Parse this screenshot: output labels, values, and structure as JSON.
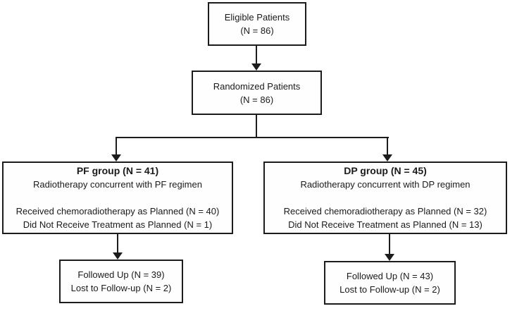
{
  "diagram": {
    "title_semantic": "Patient enrollment and treatment flow diagram",
    "colors": {
      "border": "#1c1c1c",
      "background": "#ffffff",
      "text": "#1a1a1a"
    },
    "boxes": {
      "eligible": {
        "line1": "Eligible Patients",
        "line2": "(N = 86)"
      },
      "randomized": {
        "line1": "Randomized Patients",
        "line2": "(N = 86)"
      },
      "pf_group": {
        "title": "PF group (N = 41)",
        "subtitle": "Radiotherapy concurrent with PF regimen",
        "line3": "Received chemoradiotherapy as Planned (N = 40)",
        "line4": "Did Not Receive Treatment as Planned (N = 1)"
      },
      "dp_group": {
        "title": "DP group (N = 45)",
        "subtitle": "Radiotherapy concurrent with DP regimen",
        "line3": "Received chemoradiotherapy as Planned (N = 32)",
        "line4": "Did Not Receive Treatment as Planned (N = 13)"
      },
      "pf_followup": {
        "line1": "Followed Up (N = 39)",
        "line2": "Lost to Follow-up (N = 2)"
      },
      "dp_followup": {
        "line1": "Followed Up (N = 43)",
        "line2": "Lost to Follow-up (N = 2)"
      }
    }
  }
}
